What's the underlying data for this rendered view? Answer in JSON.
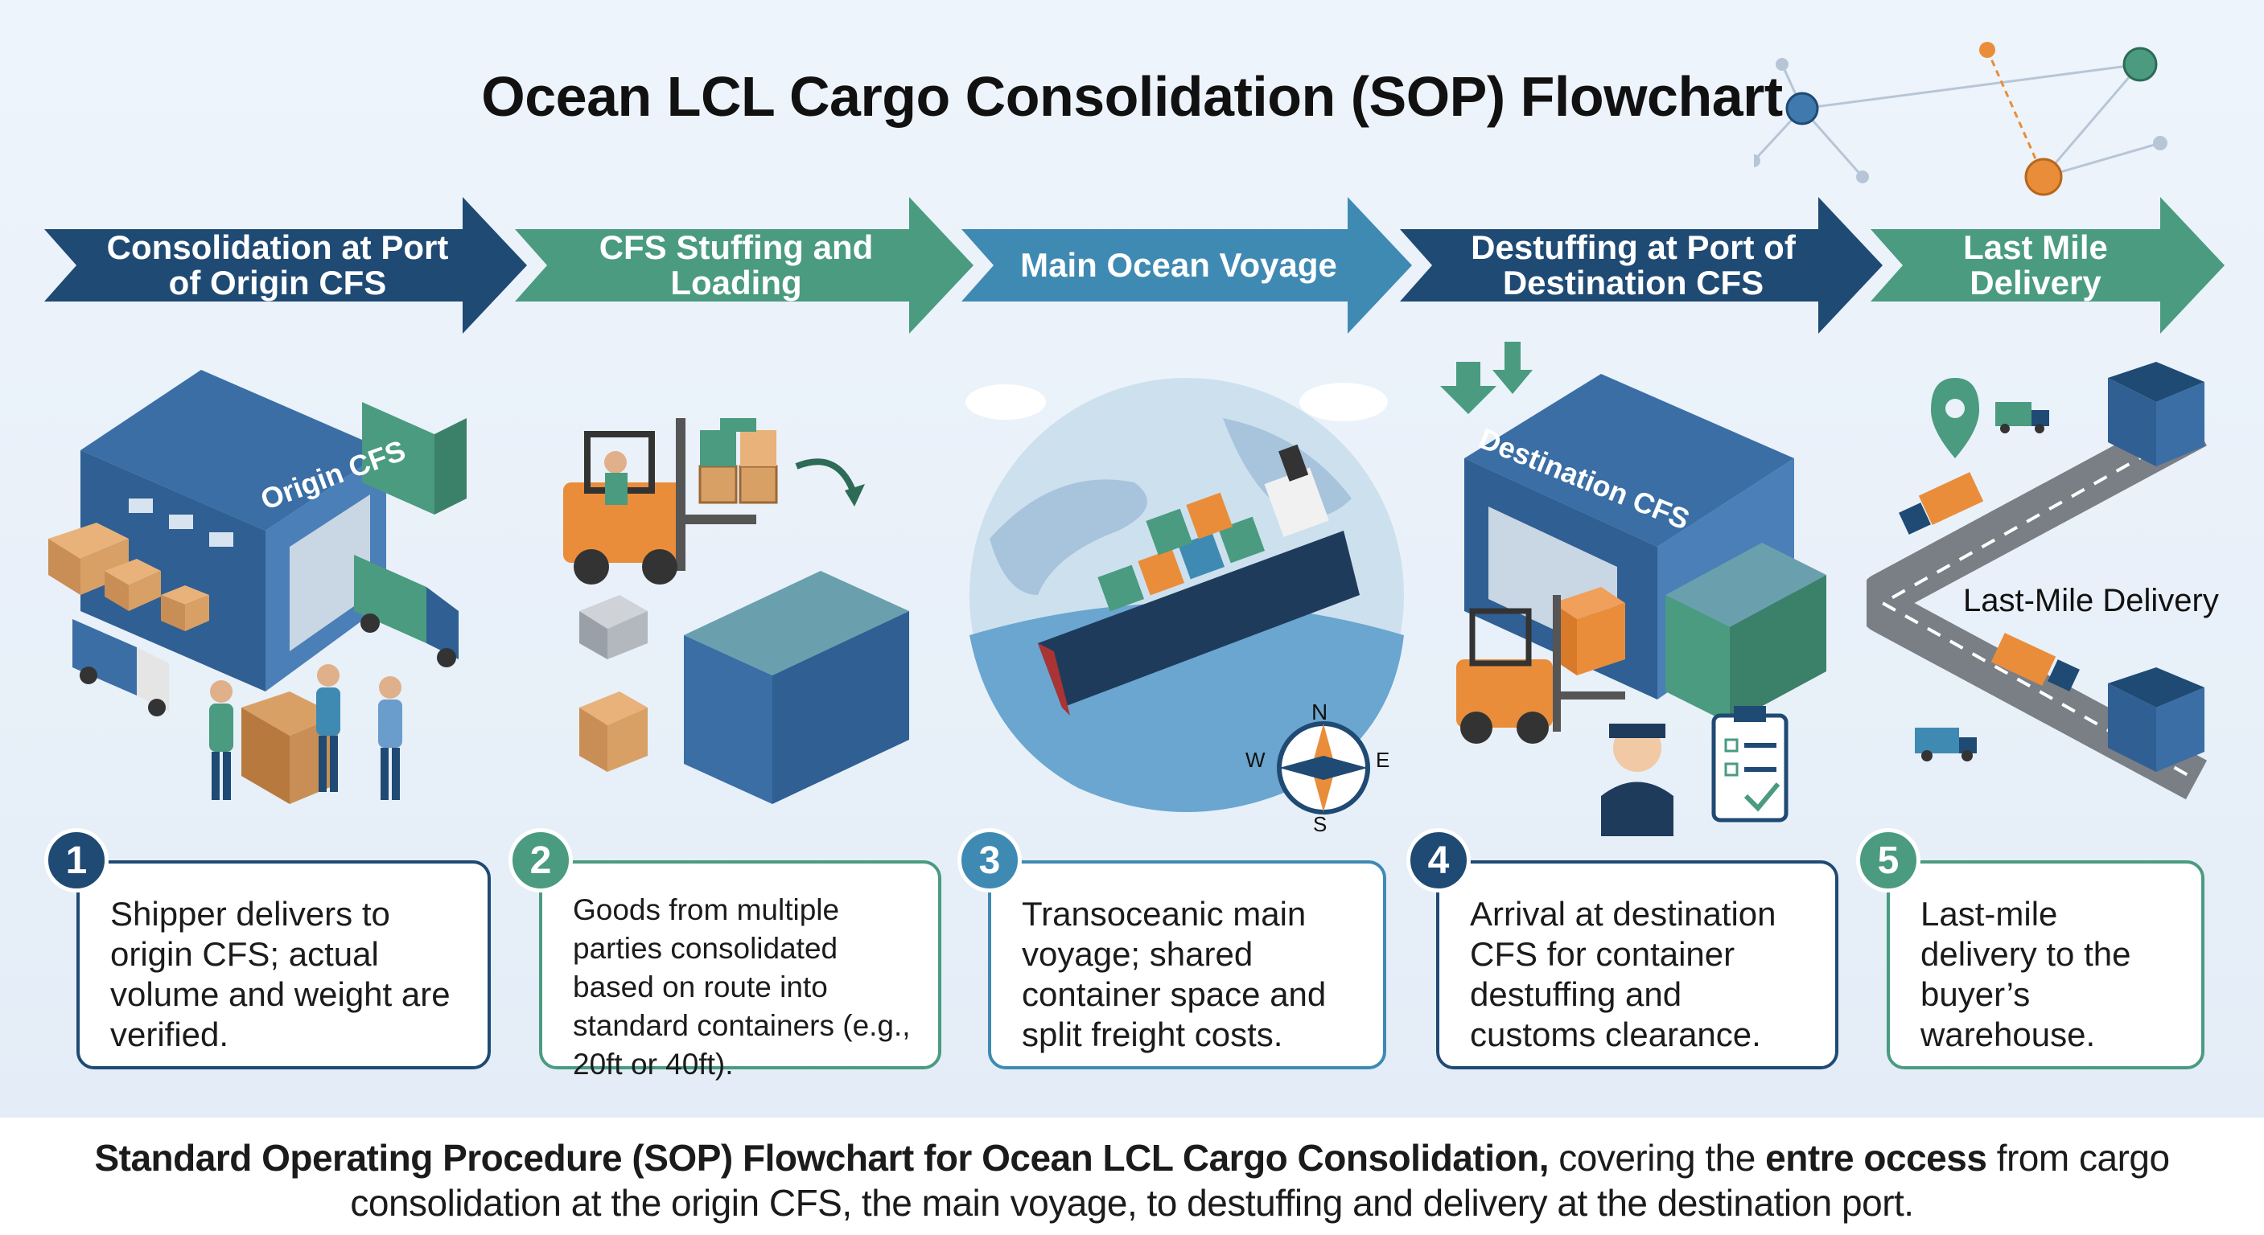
{
  "title": "Ocean LCL Cargo Consolidation (SOP) Flowchart",
  "colors": {
    "navy": "#1f4a74",
    "green": "#4a9b80",
    "blue": "#3f8ab3",
    "dark_text": "#111111"
  },
  "steps": [
    {
      "number": "1",
      "banner": "Consolidation at Port of Origin CFS",
      "description": "Shipper delivers to origin CFS; actual volume and weight are verified.",
      "illustration_label": "Origin CFS",
      "color": "#1f4a74"
    },
    {
      "number": "2",
      "banner": "CFS Stuffing and Loading",
      "description": "Goods from multiple parties consolidated based on route into standard containers (e.g., 20ft or 40ft).",
      "color": "#4a9b80"
    },
    {
      "number": "3",
      "banner": "Main Ocean Voyage",
      "description": "Transoceanic main voyage; shared container space and split freight costs.",
      "compass": {
        "n": "N",
        "s": "S",
        "e": "E",
        "w": "W"
      },
      "color": "#3f8ab3"
    },
    {
      "number": "4",
      "banner": "Destuffing at Port of Destination CFS",
      "description": "Arrival at destination CFS for container destuffing and customs clearance.",
      "illustration_label": "Destination CFS",
      "color": "#1f4a74"
    },
    {
      "number": "5",
      "banner": "Last Mile Delivery",
      "description": "Last-mile delivery to the buyer’s warehouse.",
      "illustration_label": "Last-Mile Delivery",
      "color": "#4a9b80"
    }
  ],
  "footer": {
    "bold_part": "Standard Operating Procedure (SOP) Flowchart for Ocean LCL Cargo Consolidation,",
    "text_1": " covering the ",
    "bold_2": "entre occess",
    "text_2": " from cargo",
    "line_2": "consolidation at the origin CFS, the main voyage, to destuffing and delivery at the destination port."
  }
}
